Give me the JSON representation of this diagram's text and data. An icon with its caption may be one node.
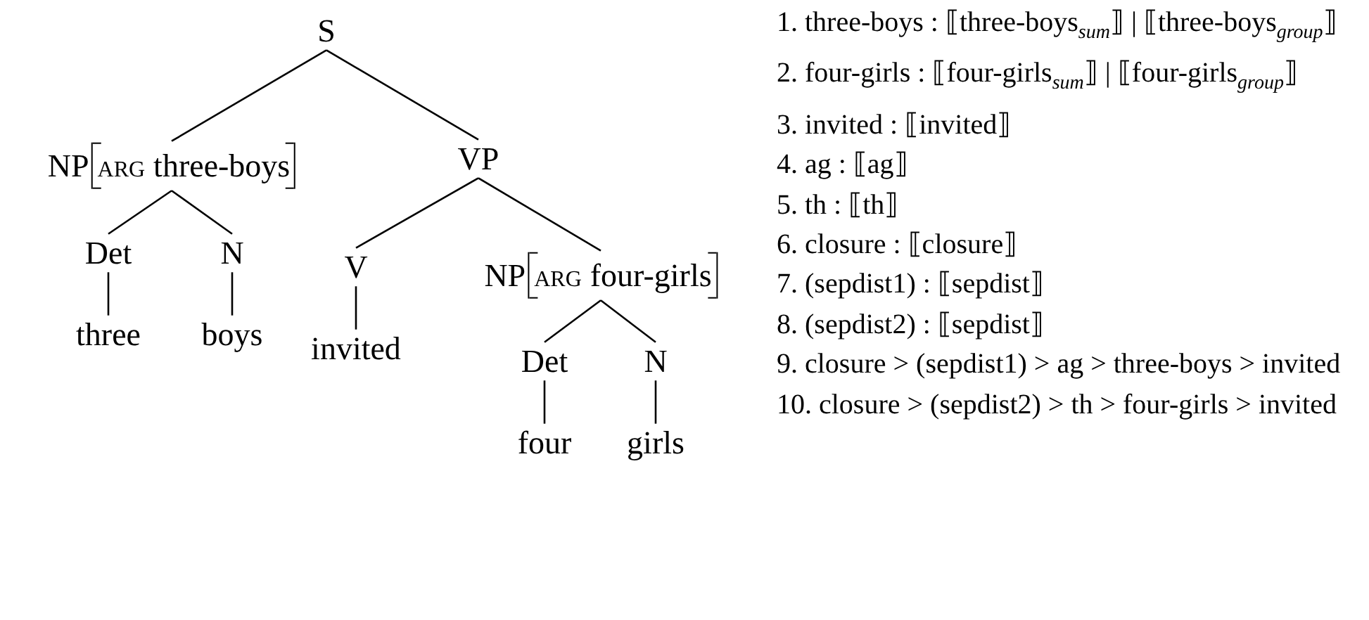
{
  "diagram": {
    "nodes": [
      {
        "text": [
          "S"
        ]
      },
      {
        "text": [
          "NP",
          "ARG",
          "three-boys"
        ]
      },
      {
        "text": [
          "VP"
        ]
      },
      {
        "text": [
          "Det"
        ]
      },
      {
        "text": [
          "N"
        ]
      },
      {
        "text": [
          "three"
        ]
      },
      {
        "text": [
          "boys"
        ]
      },
      {
        "text": [
          "V"
        ]
      },
      {
        "text": [
          "invited"
        ]
      },
      {
        "text": [
          "NP",
          "ARG",
          "four-girls"
        ]
      },
      {
        "text": [
          "Det"
        ]
      },
      {
        "text": [
          "N"
        ]
      },
      {
        "text": [
          "four"
        ]
      },
      {
        "text": [
          "girls"
        ]
      }
    ],
    "edges": [
      {
        "from": 0,
        "to": 1,
        "arrow": "none"
      },
      {
        "from": 0,
        "to": 2,
        "arrow": "none"
      },
      {
        "from": 1,
        "to": 3,
        "arrow": "none"
      },
      {
        "from": 1,
        "to": 4,
        "arrow": "none"
      },
      {
        "from": 3,
        "to": 5,
        "arrow": "none"
      },
      {
        "from": 4,
        "to": 6,
        "arrow": "none"
      },
      {
        "from": 2,
        "to": 7,
        "arrow": "none"
      },
      {
        "from": 2,
        "to": 9,
        "arrow": "none"
      },
      {
        "from": 7,
        "to": 8,
        "arrow": "none"
      },
      {
        "from": 9,
        "to": 10,
        "arrow": "none"
      },
      {
        "from": 9,
        "to": 11,
        "arrow": "none"
      },
      {
        "from": 10,
        "to": 12,
        "arrow": "none"
      },
      {
        "from": 11,
        "to": 13,
        "arrow": "none"
      }
    ],
    "labels": [
      "1. three-boys : ⟦three-boys$_{sum}$⟧ | ⟦three-boys$_{group}$⟧",
      "2. four-girls : ⟦four-girls$_{sum}$⟧ | ⟦four-girls$_{group}$⟧",
      "3. invited : ⟦invited⟧",
      "4. ag : ⟦ag⟧",
      "5. th : ⟦th⟧",
      "6. closure : ⟦closure⟧",
      "7. (sepdist1) : ⟦sepdist⟧",
      "8. (sepdist2) : ⟦sepdist⟧",
      "9. closure > (sepdist1) > ag > three-boys > invited",
      "10. closure > (sepdist2) > th > four-girls > invited"
    ]
  }
}
